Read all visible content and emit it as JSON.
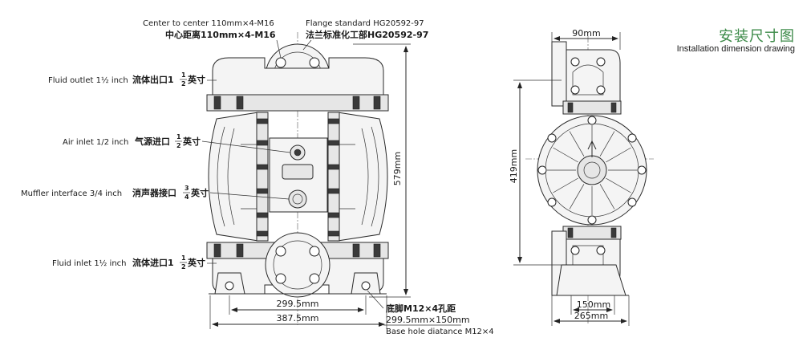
{
  "header": {
    "title_cn": "安装尺寸图",
    "title_en": "Installation dimension drawing",
    "accent_color": "#3c8a48"
  },
  "front_view": {
    "labels": {
      "center_to_center_en": "Center to center 110mm×4-M16",
      "center_to_center_cn": "中心距离110mm×4-M16",
      "flange_standard_en": "Flange standard HG20592-97",
      "flange_standard_cn": "法兰标准化工部HG20592-97",
      "fluid_outlet_en": "Fluid outlet 1½ inch",
      "fluid_outlet_cn_prefix": "流体出口1",
      "fluid_outlet_frac_num": "1",
      "fluid_outlet_frac_den": "2",
      "fluid_outlet_cn_suffix": "英寸",
      "air_inlet_en": "Air inlet 1/2 inch",
      "air_inlet_cn_prefix": "气源进口",
      "air_inlet_frac_num": "1",
      "air_inlet_frac_den": "2",
      "air_inlet_cn_suffix": "英寸",
      "muffler_en": "Muffler interface 3/4 inch",
      "muffler_cn_prefix": "消声器接口",
      "muffler_frac_num": "3",
      "muffler_frac_den": "4",
      "muffler_cn_suffix": "英寸",
      "fluid_inlet_en": "Fluid inlet 1½ inch",
      "fluid_inlet_cn_prefix": "流体进口1",
      "fluid_inlet_frac_num": "1",
      "fluid_inlet_frac_den": "2",
      "fluid_inlet_cn_suffix": "英寸",
      "base_hole_cn": "底脚M12×4孔距",
      "base_hole_dim": "299.5mm×150mm",
      "base_hole_en": "Base hole diatance M12×4"
    },
    "dimensions": {
      "height": "579mm",
      "base_width": "299.5mm",
      "overall_width": "387.5mm"
    }
  },
  "side_view": {
    "dimensions": {
      "flange_width": "90mm",
      "height": "419mm",
      "base_hole": "150mm",
      "base_width": "265mm"
    }
  }
}
